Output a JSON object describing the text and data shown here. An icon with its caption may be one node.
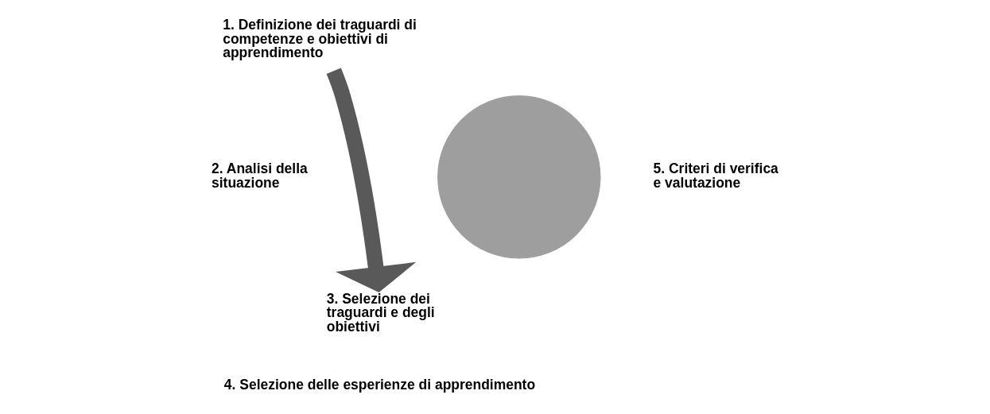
{
  "diagram": {
    "nodes": [
      {
        "text": [
          "1. Definizione dei traguardi di competenze e obiettivi di apprendimento"
        ]
      },
      {
        "text": [
          "2. Analisi della situazione"
        ]
      },
      {
        "text": [
          "3. Selezione dei traguardi e degli obiettivi"
        ]
      },
      {
        "text": [
          "4. Selezione delle esperienze di apprendimento"
        ]
      },
      {
        "text": [
          "5. Criteri di verifica e valutazione"
        ]
      },
      {
        "text": [],
        "shape": "circle"
      }
    ],
    "edges": [
      {
        "from": 0,
        "to": 2,
        "arrow": "to"
      }
    ]
  }
}
